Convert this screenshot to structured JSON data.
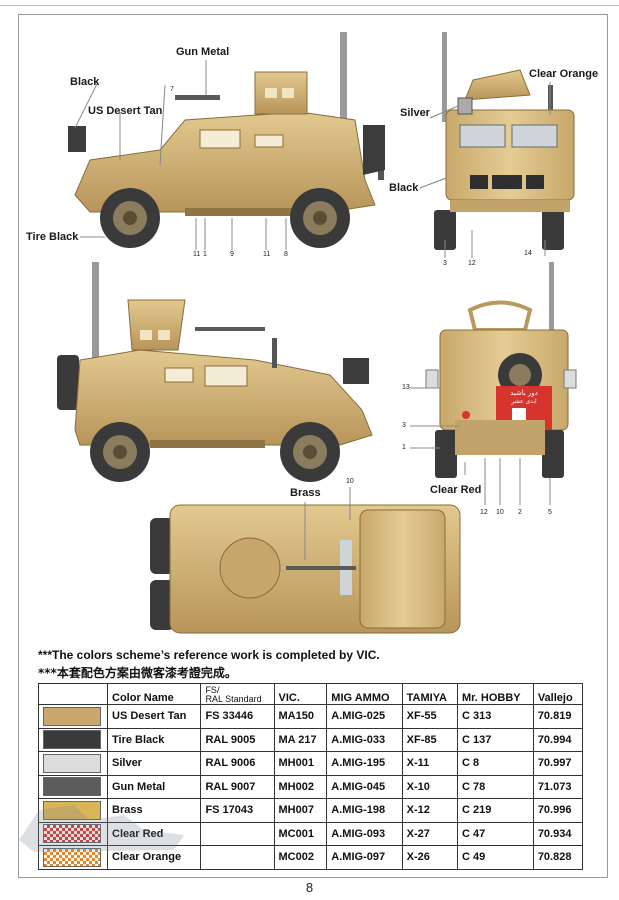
{
  "labels": {
    "gun_metal": "Gun Metal",
    "black_top": "Black",
    "us_desert_tan": "US Desert Tan",
    "tire_black": "Tire Black",
    "clear_orange": "Clear Orange",
    "silver": "Silver",
    "black_front": "Black",
    "brass": "Brass",
    "clear_red": "Clear Red"
  },
  "callouts": {
    "side1": [
      "7",
      "11",
      "1",
      "9",
      "11",
      "8"
    ],
    "front": [
      "3",
      "12",
      "14"
    ],
    "rear": [
      "13",
      "3",
      "1",
      "12",
      "10",
      "2",
      "5"
    ],
    "top": [
      "10"
    ]
  },
  "signage": {
    "line1": "دور باشید",
    "line2": "ابدى عشر"
  },
  "notes": {
    "en": "***The colors scheme’s reference work is completed by VIC.",
    "zh": "***本套配色方案由微客漆考證完成。"
  },
  "table": {
    "headers": {
      "color_name": "Color Name",
      "fs_top": "FS/",
      "fs_bottom": "RAL Standard",
      "vic": "VIC.",
      "mig": "MIG AMMO",
      "tamiya": "TAMIYA",
      "hobby": "Mr. HOBBY",
      "vallejo": "Vallejo"
    },
    "rows": [
      {
        "name": "US Desert Tan",
        "std": "FS 33446",
        "vic": "MA150",
        "mig": "A.MIG-025",
        "tamiya": "XF-55",
        "hobby": "C 313",
        "vallejo": "70.819",
        "swatch": "#c9a76f"
      },
      {
        "name": "Tire Black",
        "std": "RAL 9005",
        "vic": "MA 217",
        "mig": "A.MIG-033",
        "tamiya": "XF-85",
        "hobby": "C 137",
        "vallejo": "70.994",
        "swatch": "#3a3a3a"
      },
      {
        "name": "Silver",
        "std": "RAL 9006",
        "vic": "MH001",
        "mig": "A.MIG-195",
        "tamiya": "X-11",
        "hobby": "C 8",
        "vallejo": "70.997",
        "swatch": "#dcdcdc"
      },
      {
        "name": "Gun Metal",
        "std": "RAL 9007",
        "vic": "MH002",
        "mig": "A.MIG-045",
        "tamiya": "X-10",
        "hobby": "C 78",
        "vallejo": "71.073",
        "swatch": "#5c5c5c"
      },
      {
        "name": "Brass",
        "std": "FS 17043",
        "vic": "MH007",
        "mig": "A.MIG-198",
        "tamiya": "X-12",
        "hobby": "C 219",
        "vallejo": "70.996",
        "swatch": "#d9b458"
      },
      {
        "name": "Clear Red",
        "std": "",
        "vic": "MC001",
        "mig": "A.MIG-093",
        "tamiya": "X-27",
        "hobby": "C 47",
        "vallejo": "70.934",
        "swatch": "#d8342e"
      },
      {
        "name": "Clear Orange",
        "std": "",
        "vic": "MC002",
        "mig": "A.MIG-097",
        "tamiya": "X-26",
        "hobby": "C 49",
        "vallejo": "70.828",
        "swatch": "#e8862a"
      }
    ]
  },
  "page_number": "8"
}
